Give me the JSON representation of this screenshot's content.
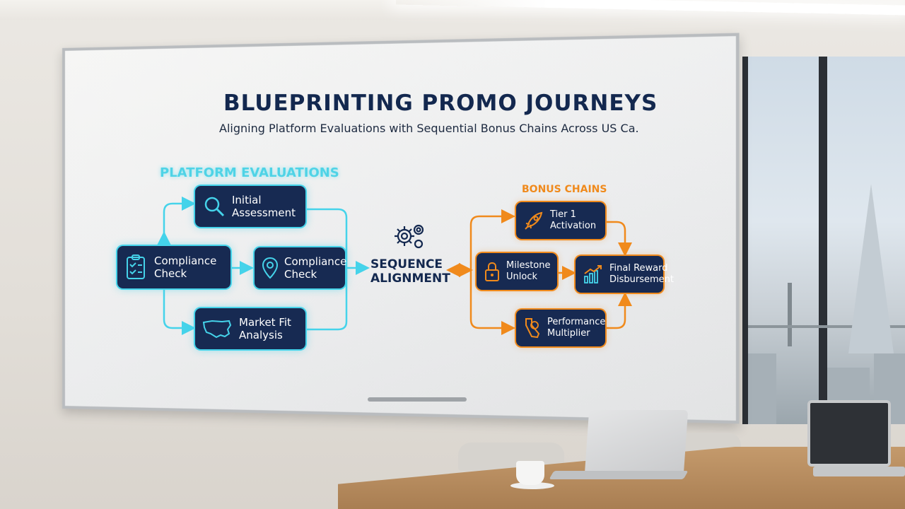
{
  "board": {
    "title": "BLUEPRINTING PROMO JOURNEYS",
    "subtitle": "Aligning Platform Evaluations with Sequential Bonus Chains Across US Ca."
  },
  "platform": {
    "heading": "PLATFORM EVALUATIONS",
    "nodes": {
      "initial": "Initial Assessment",
      "compliance_left": "Compliance Check",
      "compliance_right": "Compliance Check",
      "market_fit": "Market Fit Analysis"
    }
  },
  "center": {
    "label": "SEQUENCE ALIGNMENT"
  },
  "bonus": {
    "heading": "BONUS CHAINS",
    "nodes": {
      "tier1": "Tier 1 Activation",
      "milestone": "Milestone Unlock",
      "final": "Final Reward Disbursement",
      "performance": "Performance Multiplier"
    }
  },
  "colors": {
    "navy": "#172a52",
    "cyan": "#45d3ea",
    "orange": "#f08a1c",
    "title": "#13284f"
  }
}
